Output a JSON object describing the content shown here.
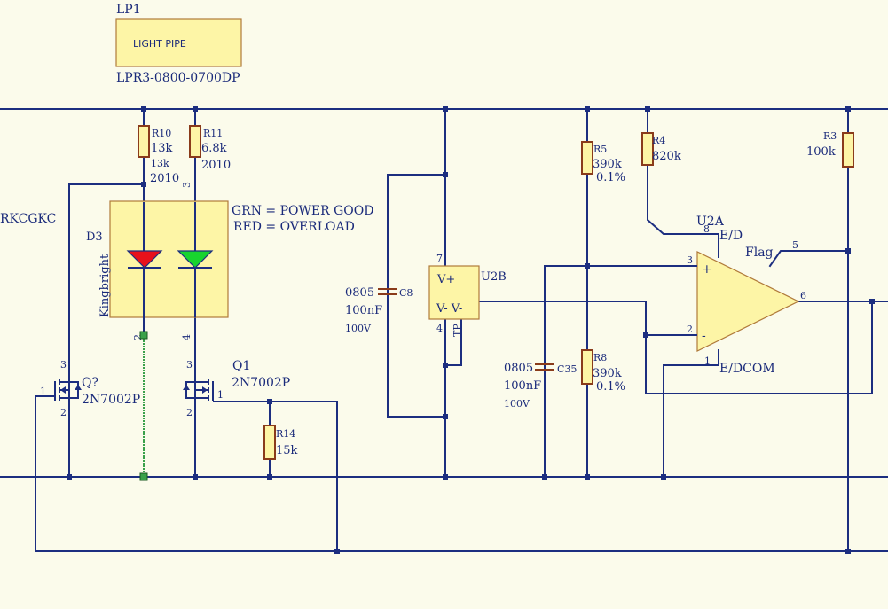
{
  "colors": {
    "background": "#fbfbeb",
    "wire": "#1c2e80",
    "component_fill": "#fdf5a6",
    "led_red": "#e8121a",
    "led_green": "#18d42e",
    "unrouted": "#3aa14a"
  },
  "lp1": {
    "designator": "LP1",
    "body_text": "LIGHT PIPE",
    "part": "LPR3-0800-0700DP"
  },
  "r10": {
    "designator": "R10",
    "value": "13k",
    "value2": "13k",
    "package": "2010"
  },
  "r11": {
    "designator": "R11",
    "value": "6.8k",
    "package": "2010"
  },
  "d3": {
    "designator": "D3",
    "manufacturer": "Kingbright",
    "pin2": "2",
    "pin3": "3",
    "pin4": "4"
  },
  "notes": {
    "line1": "GRN = POWER GOOD",
    "line2": "RED = OVERLOAD"
  },
  "edge_label": "RKCGKC",
  "qx": {
    "designator": "Q?",
    "part": "2N7002P",
    "pin1": "1",
    "pin2": "2",
    "pin3": "3"
  },
  "q1": {
    "designator": "Q1",
    "part": "2N7002P",
    "pin1": "1",
    "pin2": "2",
    "pin3": "3"
  },
  "r14": {
    "designator": "R14",
    "value": "15k"
  },
  "c8": {
    "designator": "C8",
    "package": "0805",
    "value": "100nF",
    "voltage": "100V"
  },
  "u2b": {
    "designator": "U2B",
    "vplus": "V+",
    "vminus": "V- V-",
    "tp": "TP",
    "pin7": "7",
    "pin4": "4"
  },
  "c35": {
    "designator": "C35",
    "package": "0805",
    "value": "100nF",
    "voltage": "100V"
  },
  "r5": {
    "designator": "R5",
    "value": "390k",
    "tolerance": "0.1%"
  },
  "r8": {
    "designator": "R8",
    "value": "390k",
    "tolerance": "0.1%"
  },
  "r4": {
    "designator": "R4",
    "value": "820k"
  },
  "r3": {
    "designator": "R3",
    "value": "100k"
  },
  "u2a": {
    "designator": "U2A",
    "ed": "E/D",
    "flag": "Flag",
    "edcom": "E/DCOM",
    "plus": "+",
    "minus": "-",
    "pin1": "1",
    "pin2": "2",
    "pin3": "3",
    "pin5": "5",
    "pin6": "6",
    "pin8": "8"
  }
}
